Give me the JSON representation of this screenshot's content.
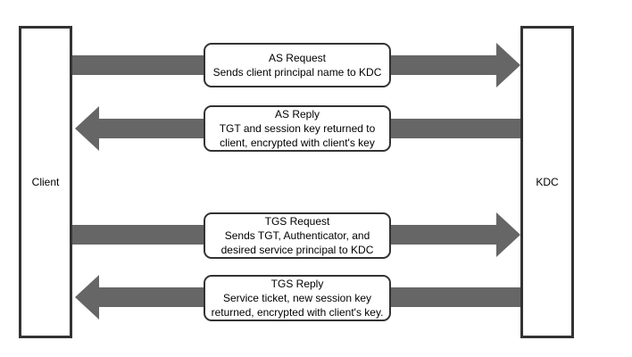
{
  "colors": {
    "arrow": "#666666",
    "border": "#333333",
    "background": "#ffffff",
    "text": "#000000"
  },
  "entities": {
    "client": {
      "label": "Client"
    },
    "kdc": {
      "label": "KDC"
    }
  },
  "messages": [
    {
      "title": "AS Request",
      "lines": [
        "Sends client principal name to KDC"
      ],
      "direction": "client-to-kdc"
    },
    {
      "title": "AS Reply",
      "lines": [
        "TGT and session key returned to",
        "client, encrypted with client's key"
      ],
      "direction": "kdc-to-client"
    },
    {
      "title": "TGS Request",
      "lines": [
        "Sends TGT, Authenticator, and",
        "desired service principal to KDC"
      ],
      "direction": "client-to-kdc"
    },
    {
      "title": "TGS Reply",
      "lines": [
        "Service ticket, new session key",
        "returned, encrypted with client's key."
      ],
      "direction": "kdc-to-client"
    }
  ]
}
